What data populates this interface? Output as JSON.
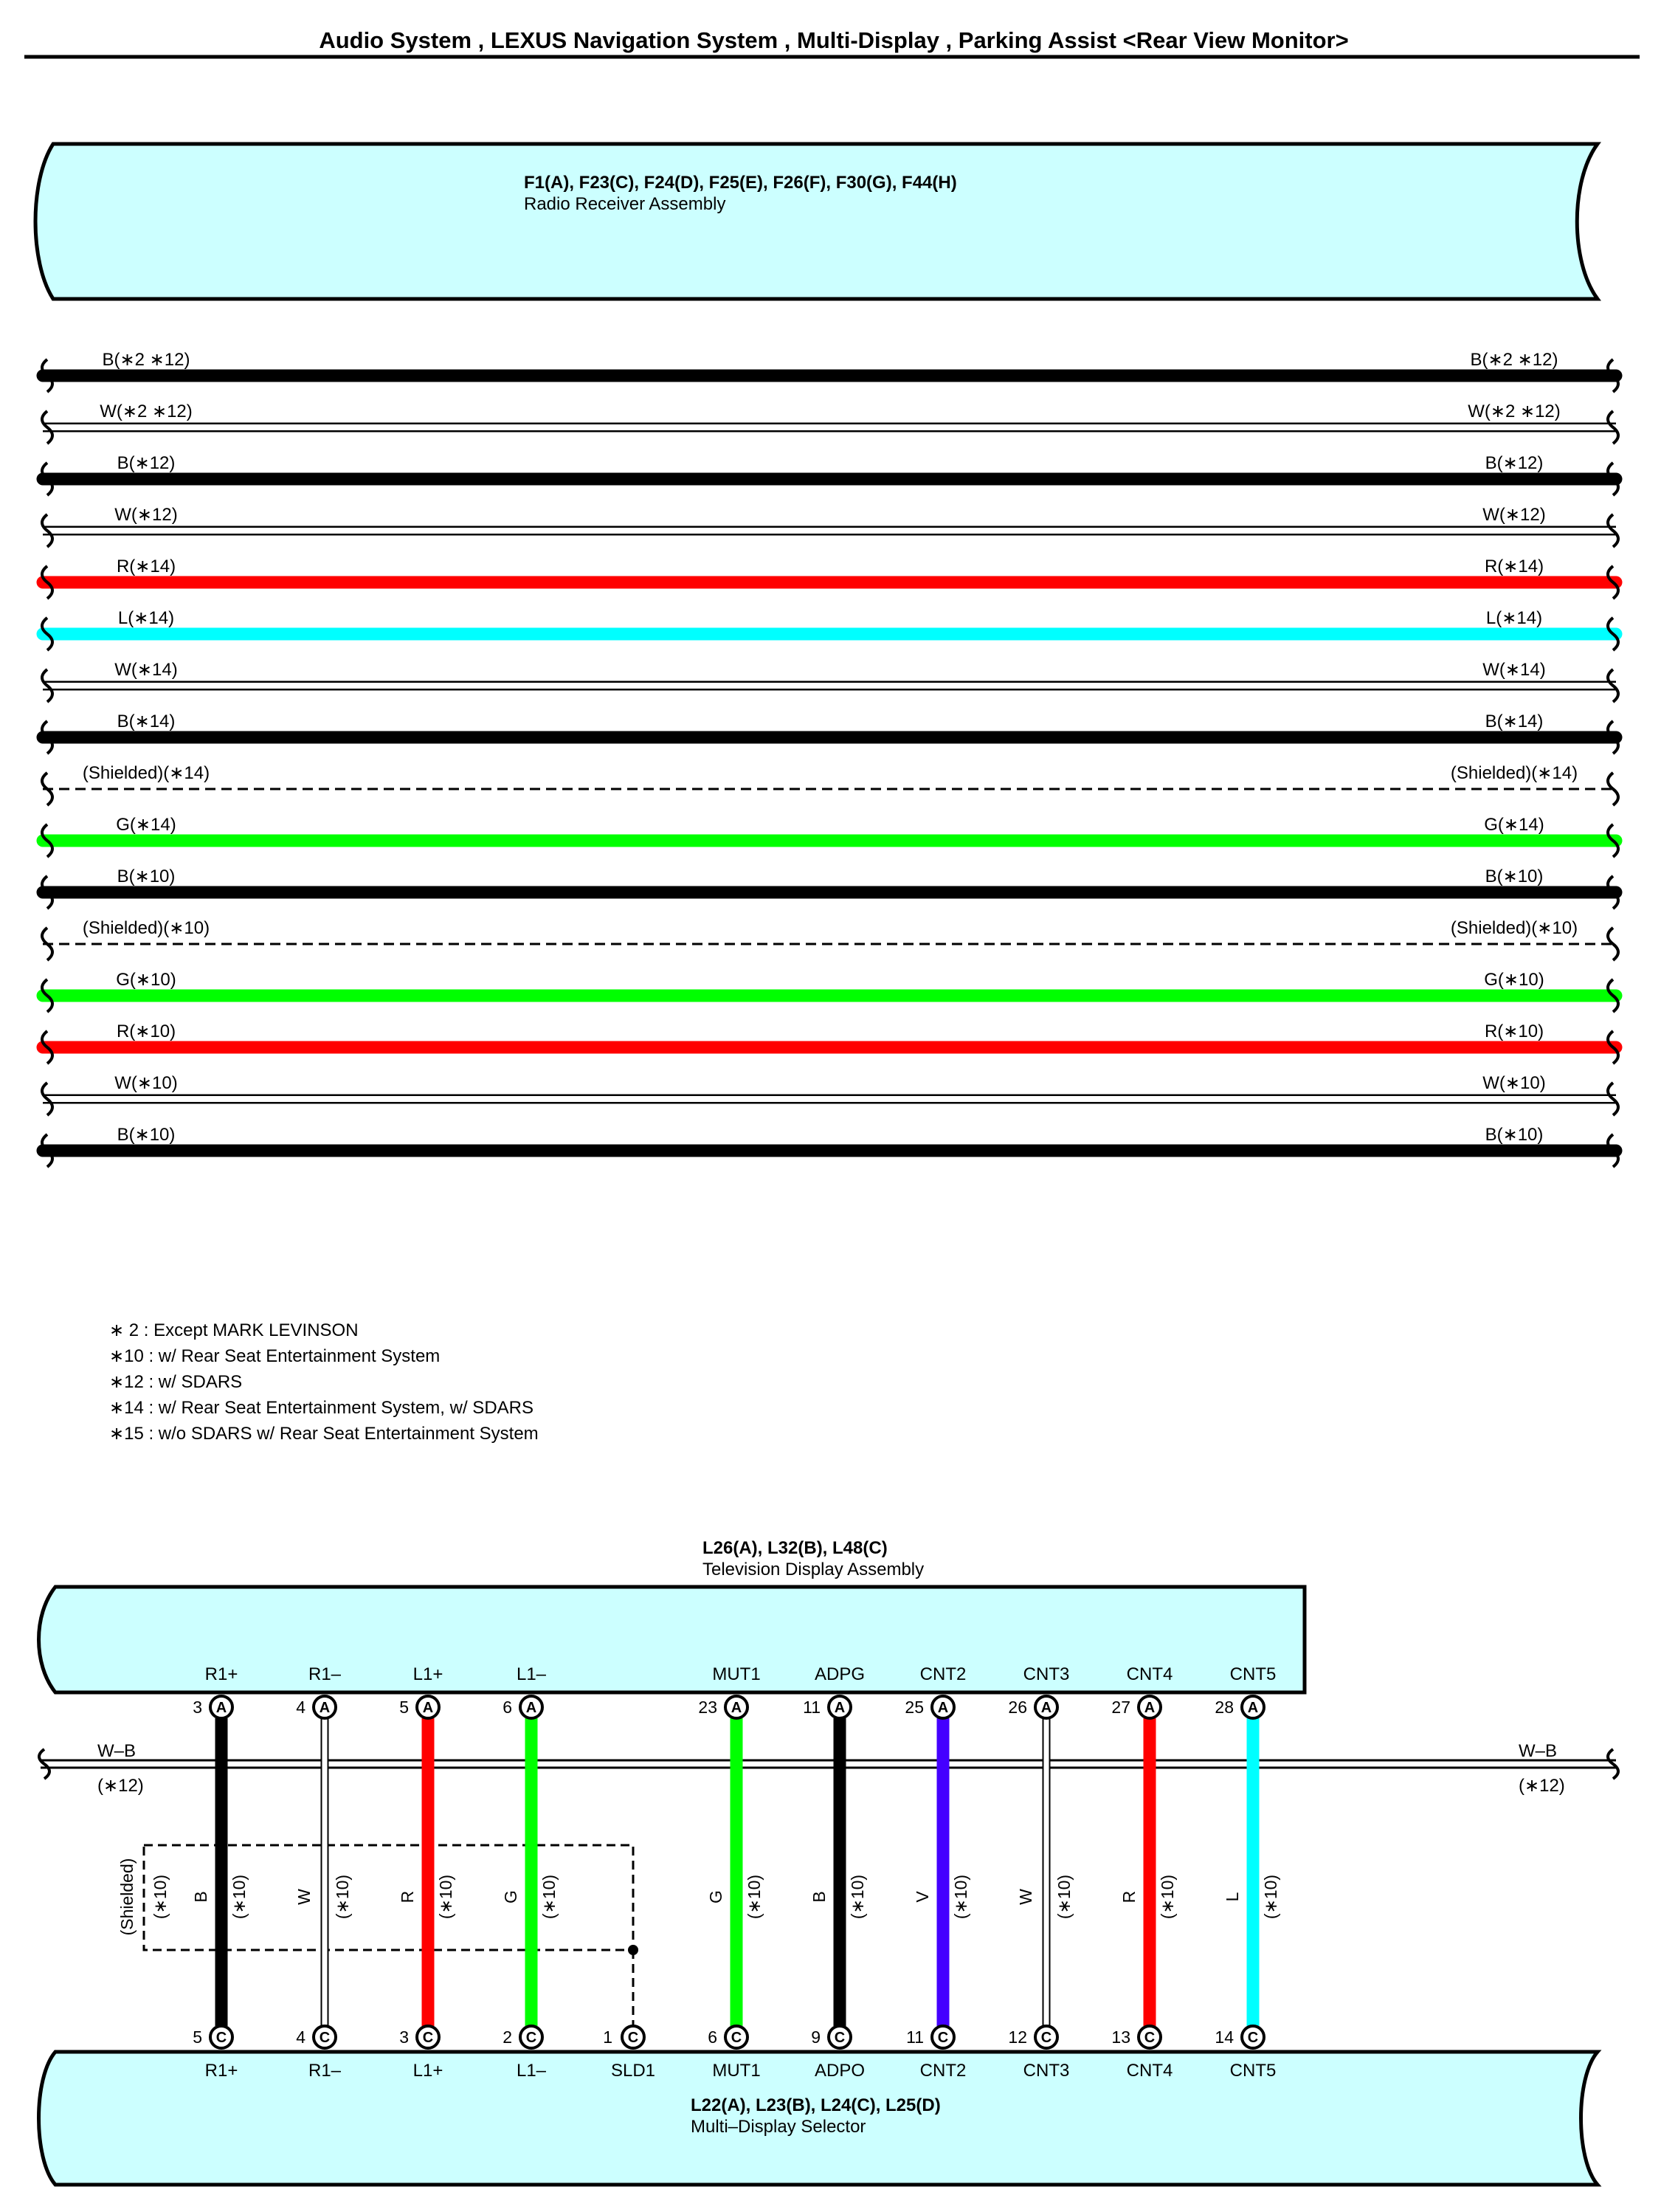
{
  "title": "Audio System , LEXUS Navigation System , Multi-Display , Parking Assist <Rear View Monitor>",
  "radio": {
    "connectors": "F1(A), F23(C), F24(D), F25(E), F26(F), F30(G), F44(H)",
    "name": "Radio Receiver Assembly"
  },
  "harness_wires": [
    {
      "label": "B(∗2 ∗12)",
      "color": "#000000",
      "style": "thick"
    },
    {
      "label": "W(∗2 ∗12)",
      "color": "#ffffff",
      "style": "white"
    },
    {
      "label": "B(∗12)",
      "color": "#000000",
      "style": "thick"
    },
    {
      "label": "W(∗12)",
      "color": "#ffffff",
      "style": "white"
    },
    {
      "label": "R(∗14)",
      "color": "#ff0000",
      "style": "thick"
    },
    {
      "label": "L(∗14)",
      "color": "#00ffff",
      "style": "thick"
    },
    {
      "label": "W(∗14)",
      "color": "#ffffff",
      "style": "white"
    },
    {
      "label": "B(∗14)",
      "color": "#000000",
      "style": "thick"
    },
    {
      "label": "(Shielded)(∗14)",
      "color": "#000000",
      "style": "dashed"
    },
    {
      "label": "G(∗14)",
      "color": "#00ff00",
      "style": "thick"
    },
    {
      "label": "B(∗10)",
      "color": "#000000",
      "style": "thick"
    },
    {
      "label": "(Shielded)(∗10)",
      "color": "#000000",
      "style": "dashed"
    },
    {
      "label": "G(∗10)",
      "color": "#00ff00",
      "style": "thick"
    },
    {
      "label": "R(∗10)",
      "color": "#ff0000",
      "style": "thick"
    },
    {
      "label": "W(∗10)",
      "color": "#ffffff",
      "style": "white"
    },
    {
      "label": "B(∗10)",
      "color": "#000000",
      "style": "thick"
    }
  ],
  "notes": [
    "∗ 2 : Except MARK LEVINSON",
    "∗10 : w/ Rear Seat Entertainment System",
    "∗12 : w/ SDARS",
    "∗14 : w/ Rear Seat Entertainment System,  w/ SDARS",
    "∗15 : w/o SDARS w/ Rear Seat Entertainment System"
  ],
  "tv": {
    "connectors": "L26(A), L32(B), L48(C)",
    "name": "Television Display Assembly"
  },
  "selector": {
    "connectors": "L22(A), L23(B), L24(C), L25(D)",
    "name": "Multi–Display Selector"
  },
  "wb_wire": {
    "label": "W–B",
    "note": "(∗12)"
  },
  "shielded_label": "(Shielded)",
  "shielded_note": "(∗10)",
  "vertical_wires": [
    {
      "top_name": "R1+",
      "top_pin": "3",
      "top_conn": "A",
      "color_code": "B",
      "note": "(∗10)",
      "color": "#000000",
      "bottom_pin": "5",
      "bottom_conn": "C",
      "bottom_name": "R1+"
    },
    {
      "top_name": "R1–",
      "top_pin": "4",
      "top_conn": "A",
      "color_code": "W",
      "note": "(∗10)",
      "color": "#ffffff",
      "bottom_pin": "4",
      "bottom_conn": "C",
      "bottom_name": "R1–"
    },
    {
      "top_name": "L1+",
      "top_pin": "5",
      "top_conn": "A",
      "color_code": "R",
      "note": "(∗10)",
      "color": "#ff0000",
      "bottom_pin": "3",
      "bottom_conn": "C",
      "bottom_name": "L1+"
    },
    {
      "top_name": "L1–",
      "top_pin": "6",
      "top_conn": "A",
      "color_code": "G",
      "note": "(∗10)",
      "color": "#00ff00",
      "bottom_pin": "2",
      "bottom_conn": "C",
      "bottom_name": "L1–"
    },
    {
      "top_name": "MUT1",
      "top_pin": "23",
      "top_conn": "A",
      "color_code": "G",
      "note": "(∗10)",
      "color": "#00ff00",
      "bottom_pin": "6",
      "bottom_conn": "C",
      "bottom_name": "MUT1"
    },
    {
      "top_name": "ADPG",
      "top_pin": "11",
      "top_conn": "A",
      "color_code": "B",
      "note": "(∗10)",
      "color": "#000000",
      "bottom_pin": "9",
      "bottom_conn": "C",
      "bottom_name": "ADPO"
    },
    {
      "top_name": "CNT2",
      "top_pin": "25",
      "top_conn": "A",
      "color_code": "V",
      "note": "(∗10)",
      "color": "#4400ff",
      "bottom_pin": "11",
      "bottom_conn": "C",
      "bottom_name": "CNT2"
    },
    {
      "top_name": "CNT3",
      "top_pin": "26",
      "top_conn": "A",
      "color_code": "W",
      "note": "(∗10)",
      "color": "#ffffff",
      "bottom_pin": "12",
      "bottom_conn": "C",
      "bottom_name": "CNT3"
    },
    {
      "top_name": "CNT4",
      "top_pin": "27",
      "top_conn": "A",
      "color_code": "R",
      "note": "(∗10)",
      "color": "#ff0000",
      "bottom_pin": "13",
      "bottom_conn": "C",
      "bottom_name": "CNT4"
    },
    {
      "top_name": "CNT5",
      "top_pin": "28",
      "top_conn": "A",
      "color_code": "L",
      "note": "(∗10)",
      "color": "#00ffff",
      "bottom_pin": "14",
      "bottom_conn": "C",
      "bottom_name": "CNT5"
    }
  ],
  "sld1": {
    "pin": "1",
    "conn": "C",
    "name": "SLD1"
  }
}
